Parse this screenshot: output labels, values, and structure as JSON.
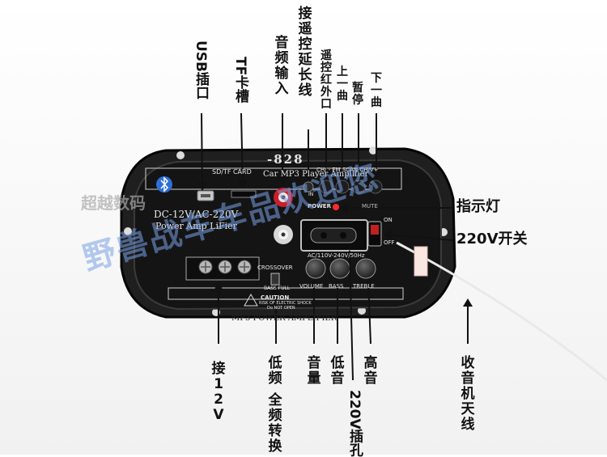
{
  "callouts": {
    "usb": "USB插口",
    "tf": "TF卡槽",
    "audio_in": "音频输入",
    "remote_ext": "接遥控延长线",
    "remote_ir": "遥控红外口",
    "prev": "上一曲",
    "pause": "暂停",
    "next": "下一曲",
    "indicator": "指示灯",
    "switch": "220V开关",
    "power12": "接12V",
    "crossover": "低频全频转换",
    "crossover_a": "低频",
    "crossover_b": "全频转换",
    "volume": "音量",
    "bass": "低音",
    "treble": "高音",
    "socket220": "220V插孔",
    "antenna": "收音机天线"
  },
  "panel": {
    "model": "-828",
    "subtitle": "Car MP3 Player Amplifier",
    "sdcard": "SD/TF CARD",
    "dc_ac": "DC-12V/AC-220V",
    "power_amp": "Power Amp LiFier",
    "power_led": "POWER",
    "key_labels": "CH/ - FM SCAN CH/V+",
    "ac_rating": "AC/110V-240V/50Hz",
    "on": "ON",
    "off": "OFF",
    "crossover": "CROSSOVER",
    "bass_full": "BASS FULL",
    "volume": "VOLUME",
    "bass": "BASS",
    "treble": "TREBLE",
    "caution": "CAUTION",
    "caution_2": "RISK OF ELECTRIC SHOCK",
    "caution_3": "Do NOT OPEN",
    "footer": "MP3 POWER AMPLIFIER",
    "mute": "MUTE",
    "in": "IN"
  },
  "watermark": {
    "main": "野兽战车车品欢迎您",
    "small": "超越数码"
  },
  "colors": {
    "panel": "#141414",
    "panel_edge": "#3a3a3a",
    "label": "#111111",
    "watermark": "#7aa0e6",
    "rca_red": "#c8202a",
    "rca_white": "#e8e8e8"
  }
}
